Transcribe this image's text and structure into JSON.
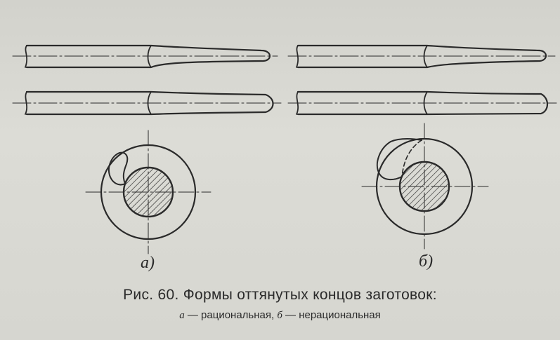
{
  "figure": {
    "caption": "Рис. 60. Формы оттянутых концов заготовок:",
    "subcaption_a_letter": "а",
    "subcaption_a_text": " — рациональная, ",
    "subcaption_b_letter": "б",
    "subcaption_b_text": " — нерациональная",
    "panel_a_label": "а)",
    "panel_b_label": "б)"
  },
  "colors": {
    "ink": "#2a2a2a",
    "paper": "#d9d9d3"
  }
}
